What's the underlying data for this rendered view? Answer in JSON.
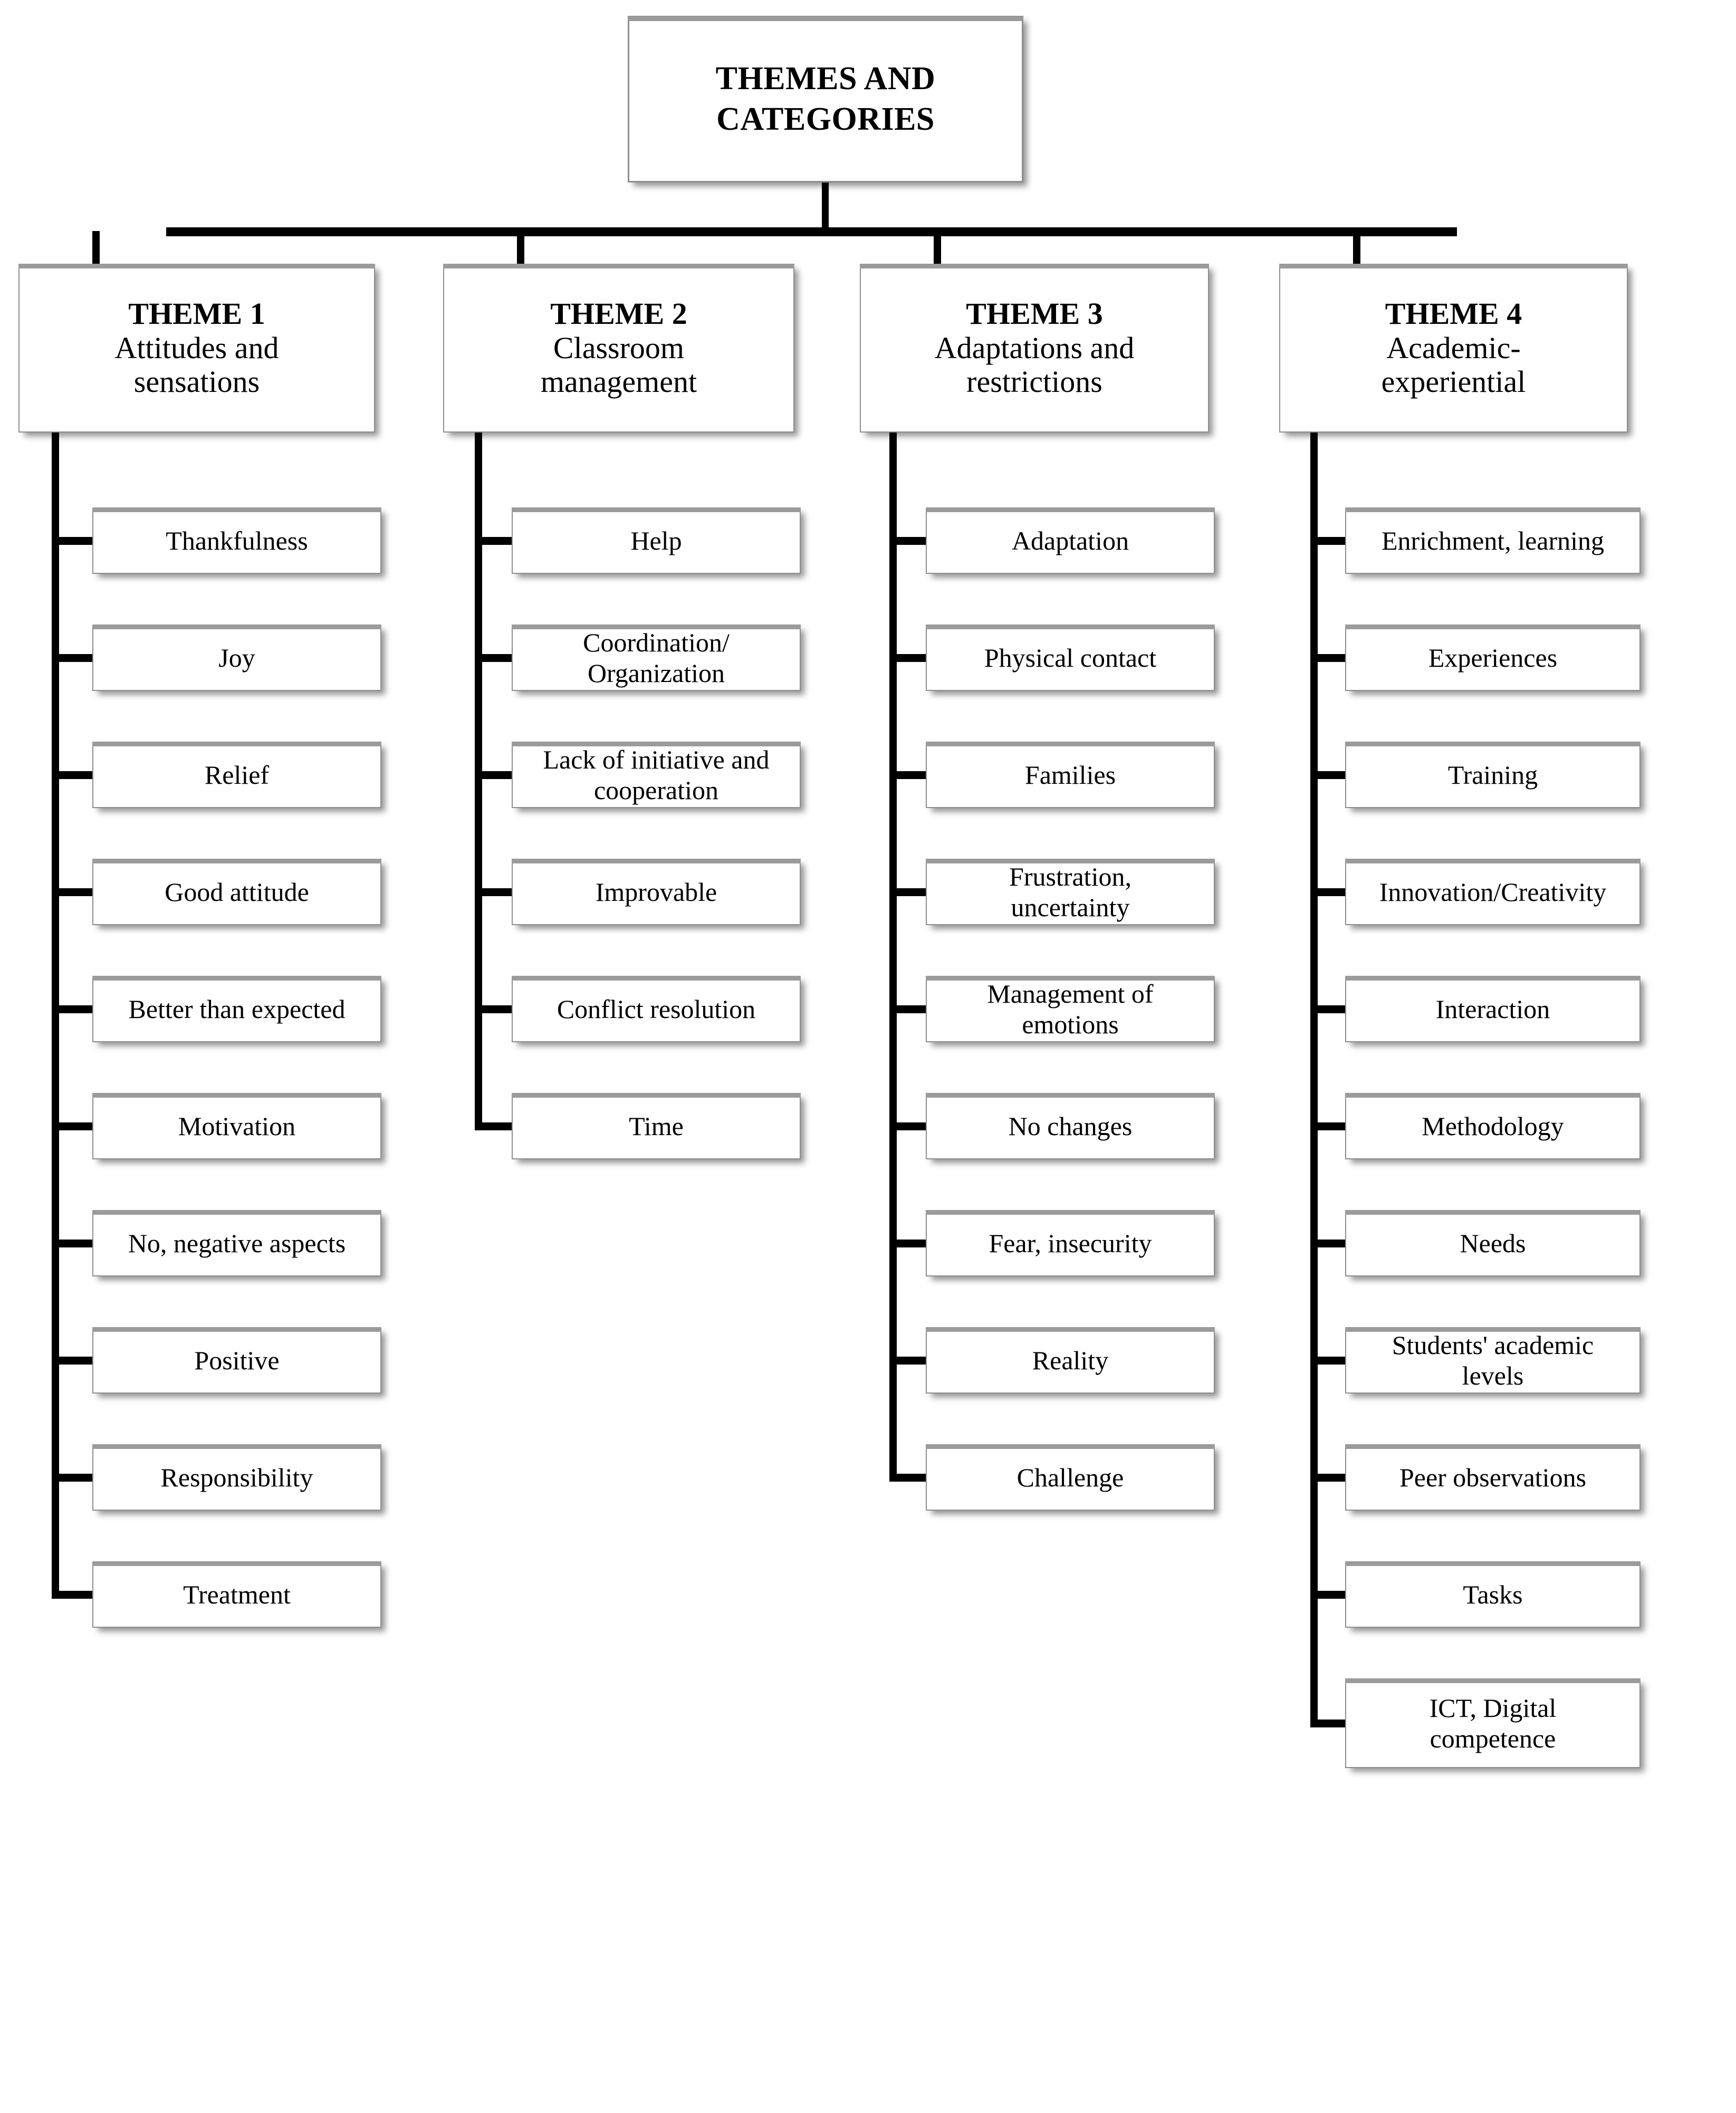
{
  "diagram": {
    "root": {
      "label": "THEMES AND\nCATEGORIES"
    },
    "columns": [
      {
        "number": "THEME 1",
        "name": "Attitudes and\nsensations",
        "leaves": [
          {
            "label": "Thankfulness"
          },
          {
            "label": "Joy"
          },
          {
            "label": "Relief"
          },
          {
            "label": "Good attitude"
          },
          {
            "label": "Better than expected"
          },
          {
            "label": "Motivation"
          },
          {
            "label": "No, negative aspects"
          },
          {
            "label": "Positive"
          },
          {
            "label": "Responsibility"
          },
          {
            "label": "Treatment"
          }
        ]
      },
      {
        "number": "THEME 2",
        "name": "Classroom\nmanagement",
        "leaves": [
          {
            "label": "Help"
          },
          {
            "label": "Coordination/\nOrganization"
          },
          {
            "label": "Lack of initiative and\ncooperation"
          },
          {
            "label": "Improvable"
          },
          {
            "label": "Conflict resolution"
          },
          {
            "label": "Time"
          }
        ]
      },
      {
        "number": "THEME 3",
        "name": "Adaptations and\nrestrictions",
        "leaves": [
          {
            "label": "Adaptation"
          },
          {
            "label": "Physical contact"
          },
          {
            "label": "Families"
          },
          {
            "label": "Frustration,\nuncertainty"
          },
          {
            "label": "Management of\nemotions"
          },
          {
            "label": "No changes"
          },
          {
            "label": "Fear, insecurity"
          },
          {
            "label": "Reality"
          },
          {
            "label": "Challenge"
          }
        ]
      },
      {
        "number": "THEME 4",
        "name": "Academic-\nexperiential",
        "leaves": [
          {
            "label": "Enrichment, learning"
          },
          {
            "label": "Experiences"
          },
          {
            "label": "Training"
          },
          {
            "label": "Innovation/Creativity"
          },
          {
            "label": "Interaction"
          },
          {
            "label": "Methodology"
          },
          {
            "label": "Needs"
          },
          {
            "label": "Students' academic\nlevels"
          },
          {
            "label": "Peer observations"
          },
          {
            "label": "Tasks"
          },
          {
            "label": "ICT, Digital\ncompetence"
          }
        ]
      }
    ],
    "colors": {
      "box_border": "#8e8e8e",
      "box_cap": "#9b9b9b",
      "connector": "#000000",
      "background": "#ffffff",
      "text": "#000000"
    }
  }
}
